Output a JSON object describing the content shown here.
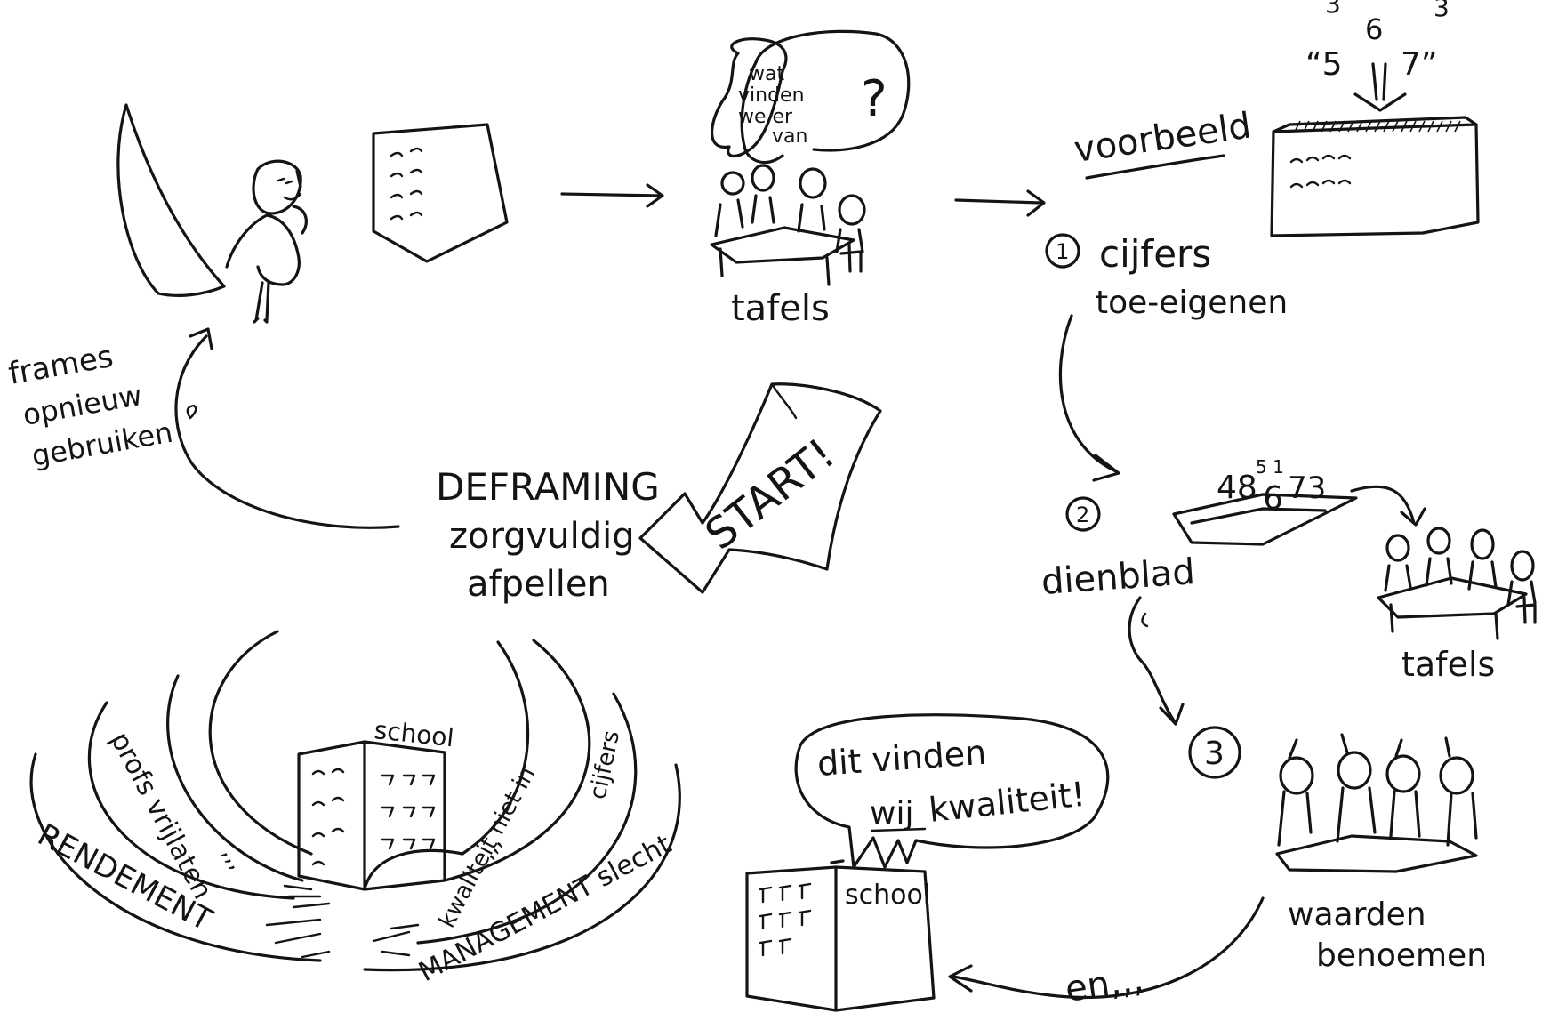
{
  "colors": {
    "ink": "#141414",
    "paper": "#ffffff"
  },
  "step_top_left": {
    "icon": "presenter-with-screen-icon"
  },
  "step_tables_top": {
    "speech": [
      "wat",
      "vinden",
      "we er",
      "van"
    ],
    "question_mark": "?",
    "label": "tafels"
  },
  "example": {
    "label": "voorbeeld",
    "numbers_top": [
      "3",
      "6",
      "3"
    ],
    "numbers_quote": "“5   7”",
    "number_quote_open": "“5",
    "number_quote_close": "7”",
    "number_six": "6",
    "icon": "school-building-receiving-numbers-icon"
  },
  "step1": {
    "number": "1",
    "line1": "cijfers",
    "line2": "toe-eigenen"
  },
  "step2": {
    "number": "2",
    "label": "dienblad",
    "tray_numbers": "48 6 73",
    "tray_numbers_a": "48",
    "tray_numbers_sup": "5 1",
    "tray_numbers_b": "6",
    "tray_numbers_c": "73",
    "tables_label": "tafels"
  },
  "step3": {
    "number": "3",
    "label_line1": "waarden",
    "label_line2": "benoemen"
  },
  "en": "en,,,",
  "school_bottom": {
    "label": "school",
    "speech_line1": "dit vinden",
    "speech_we": "wij",
    "speech_rest": "kwaliteit!"
  },
  "start": "START!",
  "deframing": {
    "line1": "DEFRAMING",
    "line2": "zorgvuldig",
    "line3": "afpellen"
  },
  "frames": {
    "line1": "frames",
    "line2": "opnieuw",
    "line3": "gebruiken"
  },
  "frames_bundle": {
    "school_label": "school",
    "layers": {
      "profs": "profs vrijlaten",
      "kwaliteit": "kwaliteit niet in",
      "cijfers": "cijfers",
      "rendement": "RENDEMENT",
      "management": "MANAGEMENT slecht",
      "dots1": ",,,",
      "dots2": ",,,"
    }
  }
}
